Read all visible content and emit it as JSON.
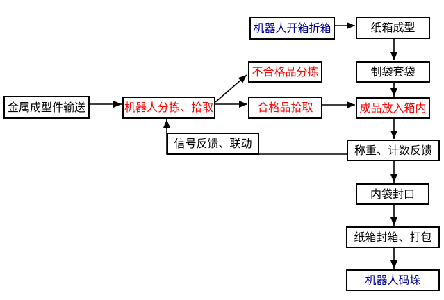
{
  "palette": {
    "black": "#000000",
    "red": "#FF0000",
    "navy": "#000099",
    "background": "#FFFFFF",
    "box_border": "#000000",
    "arrow": "#000000"
  },
  "nodes": {
    "metal_conveyor": {
      "label": "金属成型件输送",
      "color": "#000000"
    },
    "robot_sorting": {
      "label": "机器人分拣、拾取",
      "color": "#FF0000"
    },
    "robot_case_opening": {
      "label": "机器人开箱折箱",
      "color": "#000099"
    },
    "carton_forming": {
      "label": "纸箱成型",
      "color": "#000000"
    },
    "bag_making": {
      "label": "制袋套袋",
      "color": "#000000"
    },
    "defective_sorting": {
      "label": "不合格品分拣",
      "color": "#FF0000"
    },
    "qualified_picking": {
      "label": "合格品拾取",
      "color": "#FF0000"
    },
    "product_into_box": {
      "label": "成品放入箱内",
      "color": "#FF0000"
    },
    "signal_feedback": {
      "label": "信号反馈、联动",
      "color": "#000000"
    },
    "weighing_counting": {
      "label": "称重、计数反馈",
      "color": "#000000"
    },
    "inner_bag_sealing": {
      "label": "内袋封口",
      "color": "#000000"
    },
    "carton_sealing_packing": {
      "label": "纸箱封箱、打包",
      "color": "#000000"
    },
    "robot_palletizing": {
      "label": "机器人码垛",
      "color": "#000099"
    }
  },
  "edges": [
    {
      "from": "金属成型件输送",
      "to": "机器人分拣、拾取"
    },
    {
      "from": "机器人分拣、拾取",
      "to": "不合格品分拣"
    },
    {
      "from": "机器人分拣、拾取",
      "to": "合格品拾取"
    },
    {
      "from": "合格品拾取",
      "to": "成品放入箱内"
    },
    {
      "from": "机器人开箱折箱",
      "to": "纸箱成型"
    },
    {
      "from": "纸箱成型",
      "to": "制袋套袋"
    },
    {
      "from": "制袋套袋",
      "to": "成品放入箱内"
    },
    {
      "from": "成品放入箱内",
      "to": "称重、计数反馈"
    },
    {
      "from": "称重、计数反馈",
      "to": "信号反馈、联动"
    },
    {
      "from": "信号反馈、联动",
      "to": "机器人分拣、拾取"
    },
    {
      "from": "称重、计数反馈",
      "to": "内袋封口"
    },
    {
      "from": "内袋封口",
      "to": "纸箱封箱、打包"
    },
    {
      "from": "纸箱封箱、打包",
      "to": "机器人码垛"
    }
  ]
}
